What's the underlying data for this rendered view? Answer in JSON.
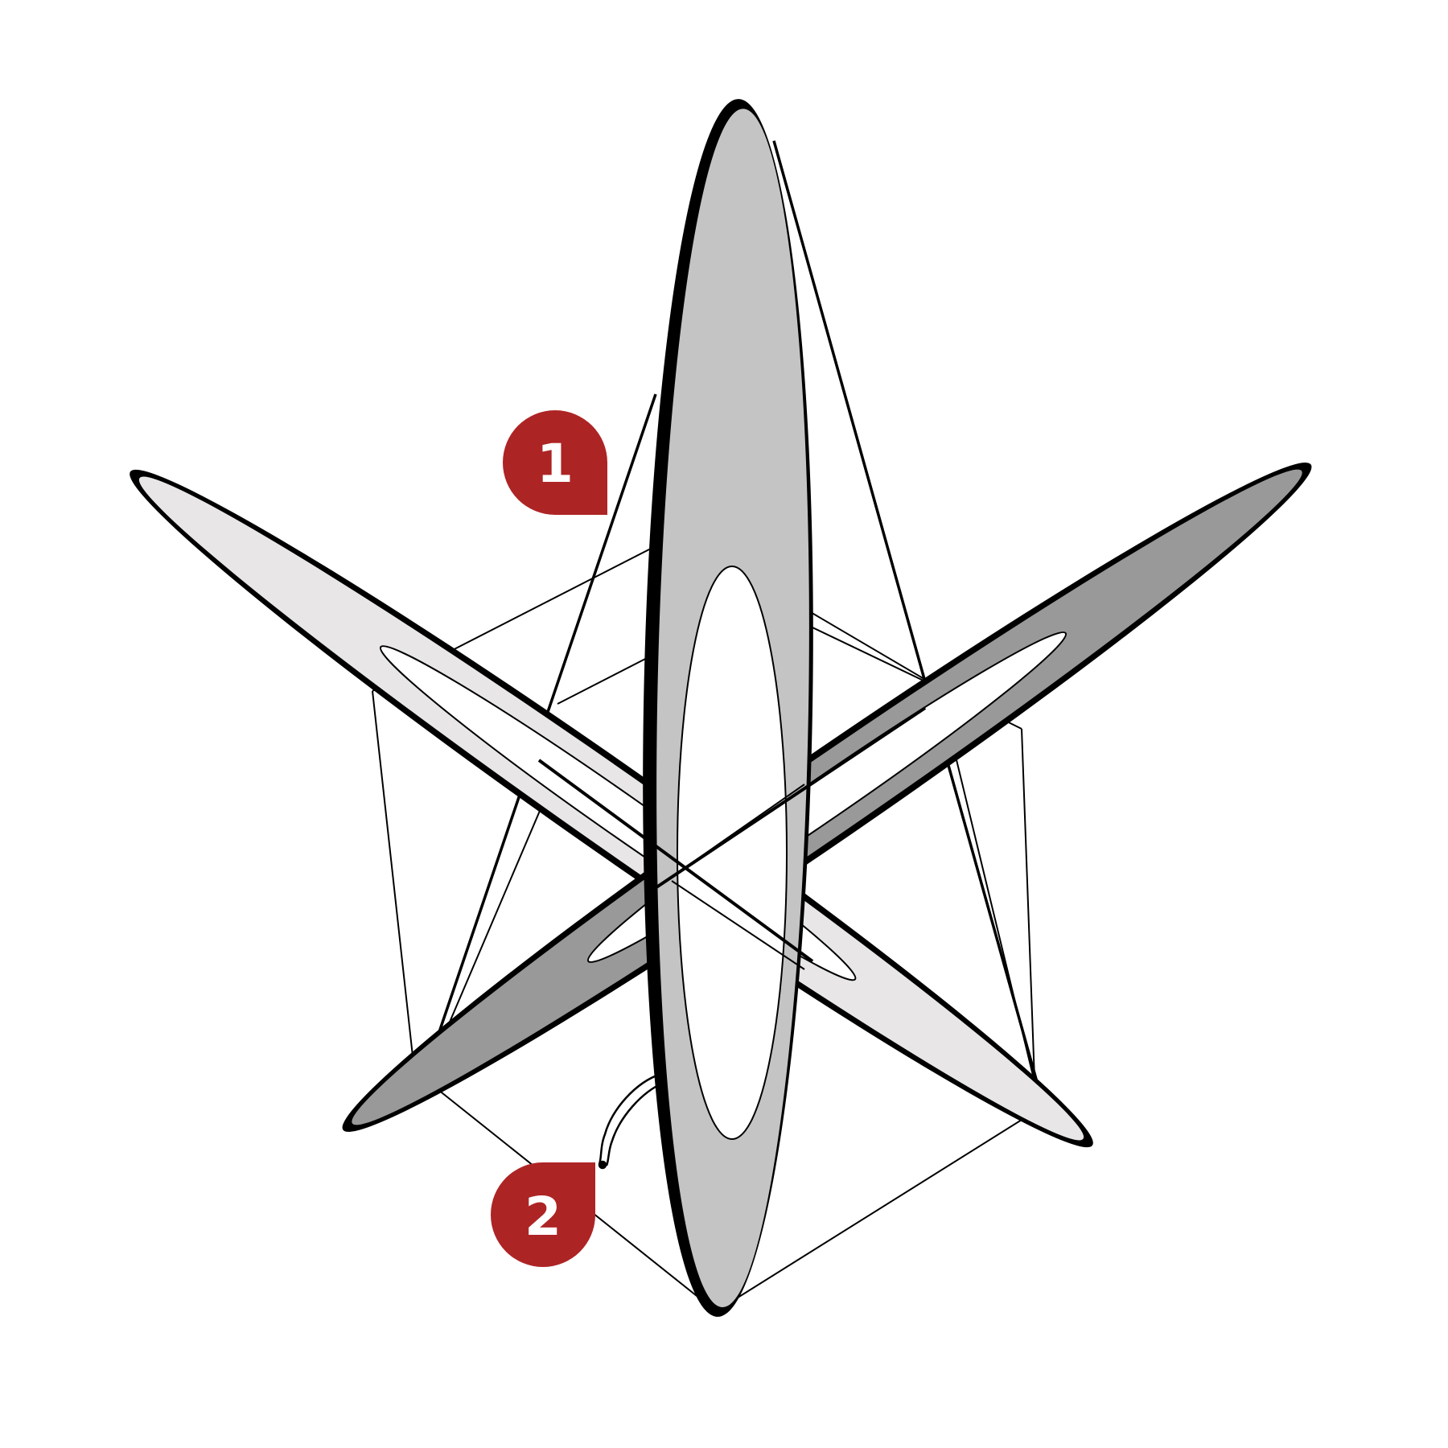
{
  "diagram": {
    "colors": {
      "background": "#ffffff",
      "outline": "#000000",
      "vertical_vane_fill": "#c4c4c4",
      "left_vane_fill": "#e8e6e7",
      "right_vane_fill": "#9a9999",
      "callout_fill": "#ad2425",
      "callout_text": "#ffffff"
    },
    "parts": [
      {
        "name": "vertical-vane",
        "icon": "elliptical-vane-vertical"
      },
      {
        "name": "left-diagonal-vane",
        "icon": "elliptical-vane-diagonal"
      },
      {
        "name": "right-diagonal-vane",
        "icon": "elliptical-vane-diagonal"
      },
      {
        "name": "wire-frame",
        "icon": "tension-wire-frame"
      },
      {
        "name": "wire-ring",
        "icon": "wire-loop"
      }
    ]
  },
  "callouts": [
    {
      "label": "1",
      "target": "frame-wire-to-vane-tip"
    },
    {
      "label": "2",
      "target": "wire-ring"
    }
  ]
}
